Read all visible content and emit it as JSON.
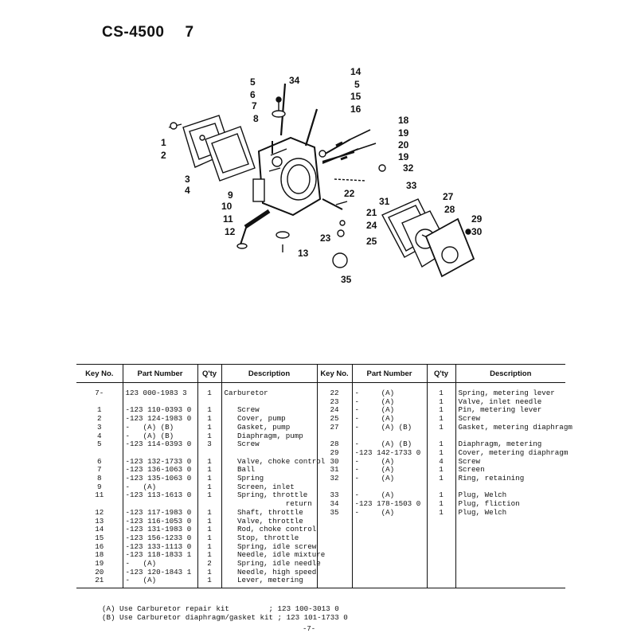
{
  "header": {
    "model": "CS-4500",
    "page": "7"
  },
  "diagram": {
    "callouts": [
      "1",
      "2",
      "3",
      "4",
      "5",
      "6",
      "7",
      "8",
      "9",
      "10",
      "11",
      "12",
      "13",
      "14",
      "5",
      "15",
      "16",
      "18",
      "19",
      "20",
      "19",
      "32",
      "33",
      "31",
      "22",
      "21",
      "24",
      "25",
      "23",
      "27",
      "28",
      "29",
      "30",
      "34",
      "35"
    ]
  },
  "table": {
    "headers": [
      "Key No.",
      "Part Number",
      "Q'ty",
      "Description",
      "Key No.",
      "Part Number",
      "Q'ty",
      "Description"
    ],
    "rows": [
      {
        "lk": "7-",
        "lp": "123 000-1983 3",
        "lq": "1",
        "ld": "Carburetor",
        "rk": "22",
        "rp": "-     (A)",
        "rq": "1",
        "rd": "Spring, metering lever"
      },
      {
        "lk": "",
        "lp": "",
        "lq": "",
        "ld": "",
        "rk": "23",
        "rp": "-     (A)",
        "rq": "1",
        "rd": "Valve, inlet needle"
      },
      {
        "lk": "1",
        "lp": "-123 110-0393 0",
        "lq": "1",
        "ld": "   Screw",
        "rk": "24",
        "rp": "-     (A)",
        "rq": "1",
        "rd": "Pin, metering lever"
      },
      {
        "lk": "2",
        "lp": "-123 124-1983 0",
        "lq": "1",
        "ld": "   Cover, pump",
        "rk": "25",
        "rp": "-     (A)",
        "rq": "1",
        "rd": "Screw"
      },
      {
        "lk": "3",
        "lp": "-   (A) (B)",
        "lq": "1",
        "ld": "   Gasket, pump",
        "rk": "27",
        "rp": "-     (A) (B)",
        "rq": "1",
        "rd": "Gasket, metering diaphragm"
      },
      {
        "lk": "4",
        "lp": "-   (A) (B)",
        "lq": "1",
        "ld": "   Diaphragm, pump",
        "rk": "",
        "rp": "",
        "rq": "",
        "rd": ""
      },
      {
        "lk": "5",
        "lp": "-123 114-0393 0",
        "lq": "3",
        "ld": "   Screw",
        "rk": "28",
        "rp": "-     (A) (B)",
        "rq": "1",
        "rd": "Diaphragm, metering"
      },
      {
        "lk": "",
        "lp": "",
        "lq": "",
        "ld": "",
        "rk": "29",
        "rp": "-123 142-1733 0",
        "rq": "1",
        "rd": "Cover, metering diaphragm"
      },
      {
        "lk": "6",
        "lp": "-123 132-1733 0",
        "lq": "1",
        "ld": "   Valve, choke control",
        "rk": "30",
        "rp": "-     (A)",
        "rq": "4",
        "rd": "Screw"
      },
      {
        "lk": "7",
        "lp": "-123 136-1063 0",
        "lq": "1",
        "ld": "   Ball",
        "rk": "31",
        "rp": "-     (A)",
        "rq": "1",
        "rd": "Screen"
      },
      {
        "lk": "8",
        "lp": "-123 135-1063 0",
        "lq": "1",
        "ld": "   Spring",
        "rk": "32",
        "rp": "-     (A)",
        "rq": "1",
        "rd": "Ring, retaining"
      },
      {
        "lk": "9",
        "lp": "-   (A)",
        "lq": "1",
        "ld": "   Screen, inlet",
        "rk": "",
        "rp": "",
        "rq": "",
        "rd": ""
      },
      {
        "lk": "11",
        "lp": "-123 113-1613 0",
        "lq": "1",
        "ld": "   Spring, throttle",
        "rk": "33",
        "rp": "-     (A)",
        "rq": "1",
        "rd": "Plug, Welch"
      },
      {
        "lk": "",
        "lp": "",
        "lq": "",
        "ld": "              return",
        "rk": "34",
        "rp": "-123 178-1503 0",
        "rq": "1",
        "rd": "Plug, fliction"
      },
      {
        "lk": "12",
        "lp": "-123 117-1983 0",
        "lq": "1",
        "ld": "   Shaft, throttle",
        "rk": "35",
        "rp": "-     (A)",
        "rq": "1",
        "rd": "Plug, Welch"
      },
      {
        "lk": "13",
        "lp": "-123 116-1053 0",
        "lq": "1",
        "ld": "   Valve, throttle",
        "rk": "",
        "rp": "",
        "rq": "",
        "rd": ""
      },
      {
        "lk": "14",
        "lp": "-123 131-1983 0",
        "lq": "1",
        "ld": "   Rod, choke control",
        "rk": "",
        "rp": "",
        "rq": "",
        "rd": ""
      },
      {
        "lk": "15",
        "lp": "-123 156-1233 0",
        "lq": "1",
        "ld": "   Stop, throttle",
        "rk": "",
        "rp": "",
        "rq": "",
        "rd": ""
      },
      {
        "lk": "16",
        "lp": "-123 133-1113 0",
        "lq": "1",
        "ld": "   Spring, idle screw",
        "rk": "",
        "rp": "",
        "rq": "",
        "rd": ""
      },
      {
        "lk": "",
        "lp": "",
        "lq": "",
        "ld": "",
        "rk": "",
        "rp": "",
        "rq": "",
        "rd": ""
      },
      {
        "lk": "18",
        "lp": "-123 118-1833 1",
        "lq": "1",
        "ld": "   Needle, idle mixture",
        "rk": "",
        "rp": "",
        "rq": "",
        "rd": ""
      },
      {
        "lk": "19",
        "lp": "-   (A)",
        "lq": "2",
        "ld": "   Spring, idle needle",
        "rk": "",
        "rp": "",
        "rq": "",
        "rd": ""
      },
      {
        "lk": "20",
        "lp": "-123 120-1843 1",
        "lq": "1",
        "ld": "   Needle, high speed",
        "rk": "",
        "rp": "",
        "rq": "",
        "rd": ""
      },
      {
        "lk": "21",
        "lp": "-   (A)",
        "lq": "1",
        "ld": "   Lever, metering",
        "rk": "",
        "rp": "",
        "rq": "",
        "rd": ""
      }
    ]
  },
  "notes": [
    "(A) Use Carburetor repair kit         ; 123 100-3013 0",
    "(B) Use Carburetor diaphragm/gasket kit ; 123 101-1733 0"
  ],
  "footer": {
    "page_number": "-7-"
  }
}
